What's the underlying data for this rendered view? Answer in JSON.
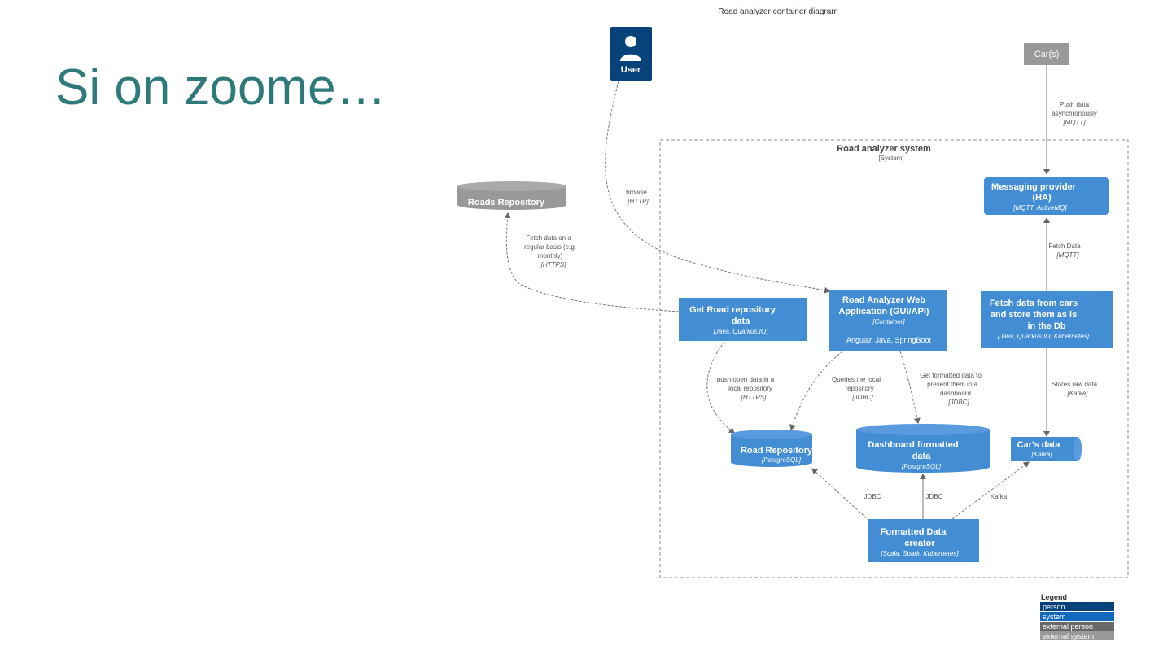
{
  "slide": {
    "title": "Si on zoome…"
  },
  "diagram": {
    "title": "Road analyzer container diagram",
    "boundary": {
      "name": "Road analyzer system",
      "type": "[System]"
    },
    "user": {
      "label": "User"
    },
    "cars": {
      "label": "Car(s)"
    },
    "roads_repo_ext": {
      "label": "Roads Repository"
    },
    "messaging": {
      "line1": "Messaging provider",
      "line2": "(HA)",
      "tech": "[MQTT, ActiveMQ]"
    },
    "get_road": {
      "line1": "Get Road repository",
      "line2": "data",
      "tech": "[Java, Quarkus.IO]"
    },
    "web_app": {
      "line1": "Road Analyzer Web",
      "line2": "Application (GUI/API)",
      "tech": "[Container]",
      "desc": "Angular, Java, SpringBoot"
    },
    "fetch_cars": {
      "line1": "Fetch data from cars",
      "line2": "and store them as is",
      "line3": "in the Db",
      "tech": "[Java, Quarkus.IO, Kubernetes]"
    },
    "road_repo_db": {
      "label": "Road Repository",
      "tech": "[PostgreSQL]"
    },
    "dashboard_db": {
      "line1": "Dashboard formatted",
      "line2": "data",
      "tech": "[PostgreSQL]"
    },
    "cars_data": {
      "label": "Car's data",
      "tech": "[Kafka]"
    },
    "formatted_creator": {
      "line1": "Formatted Data",
      "line2": "creator",
      "tech": "[Scala, Spark, Kubernetes]"
    },
    "relations": {
      "push": {
        "line1": "Push data",
        "line2": "asynchronously",
        "tech": "[MQTT]"
      },
      "browse": {
        "line1": "browse",
        "tech": "[HTTP]"
      },
      "fetch_roads": {
        "line1": "Fetch data on a",
        "line2": "regular basis (e.g.",
        "line3": "monthly)",
        "tech": "[HTTPS]"
      },
      "fetch_mq": {
        "line1": "Fetch Data",
        "tech": "[MQTT]"
      },
      "push_local": {
        "line1": "push open data in a",
        "line2": "local repository",
        "tech": "[HTTPS]"
      },
      "queries_local": {
        "line1": "Queries the local",
        "line2": "repository",
        "tech": "[JDBC]"
      },
      "get_formatted": {
        "line1": "Get formatted data to",
        "line2": "present them in a",
        "line3": "dashboard",
        "tech": "[JDBC]"
      },
      "stores_raw": {
        "line1": "Stores raw data",
        "tech": "[Kafka]"
      },
      "jdbc1": {
        "line1": "JDBC"
      },
      "jdbc2": {
        "line1": "JDBC"
      },
      "kafka": {
        "line1": "Kafka"
      }
    },
    "legend": {
      "title": "Legend",
      "items": [
        "person",
        "system",
        "external person",
        "external system"
      ]
    },
    "colors": {
      "person": "#08427b",
      "container": "#438dd5",
      "external": "#999999",
      "title_teal": "#2e7a7a"
    }
  }
}
